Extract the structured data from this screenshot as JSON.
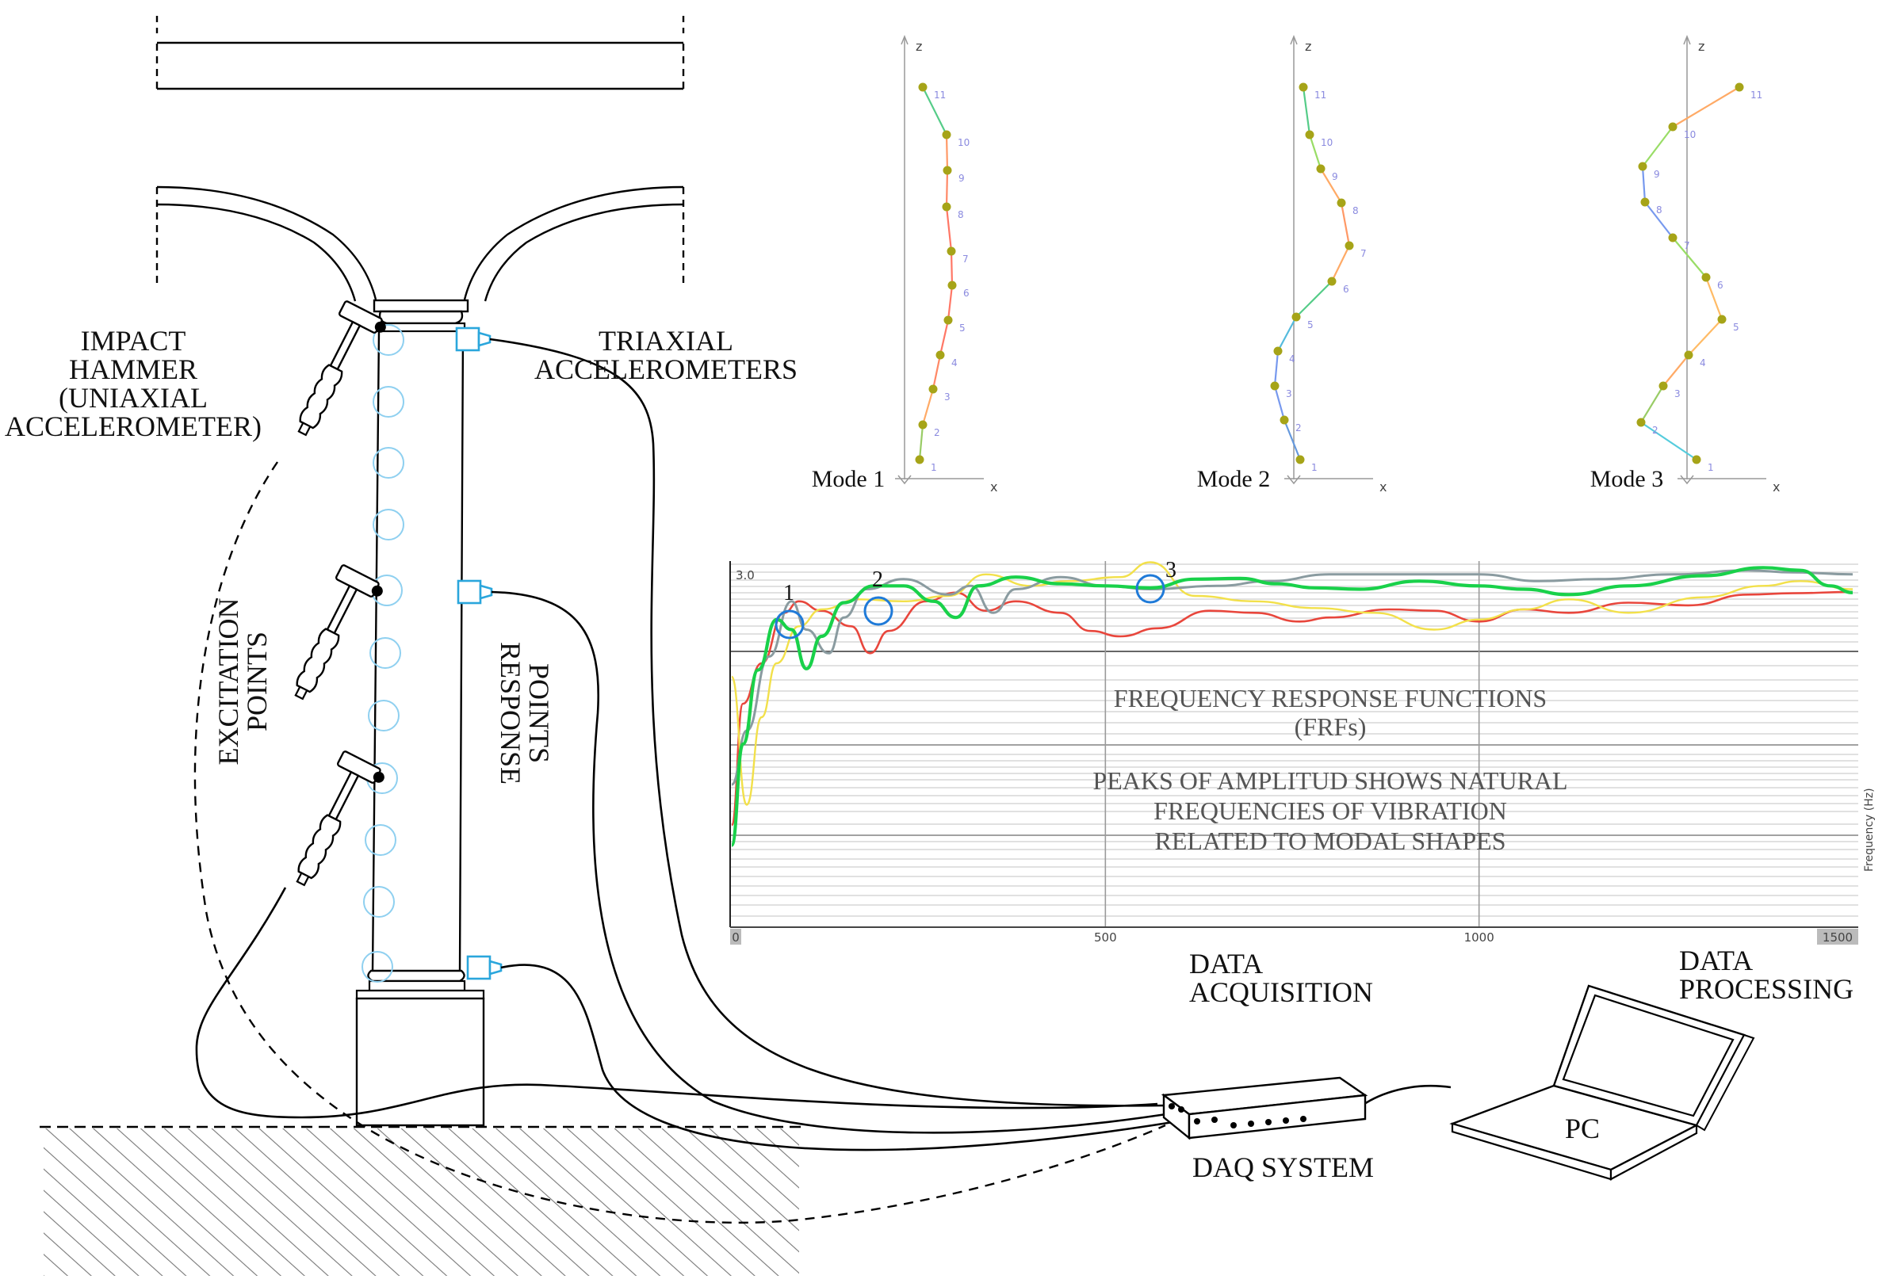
{
  "labels": {
    "impact_hammer": [
      "IMPACT",
      "HAMMER",
      "(UNIAXIAL",
      "ACCELEROMETER)"
    ],
    "triaxial": [
      "TRIAXIAL",
      "ACCELEROMETERS"
    ],
    "excitation": [
      "EXCITATION",
      "POINTS"
    ],
    "response": [
      "RESPONSE",
      "POINTS"
    ],
    "data_acquisition": [
      "DATA",
      "ACQUISITION"
    ],
    "data_processing": [
      "DATA",
      "PROCESSING"
    ],
    "daq_system": "DAQ SYSTEM",
    "pc": "PC"
  },
  "modes": [
    {
      "label": "Mode 1",
      "axis_z": "z",
      "axis_x": "x"
    },
    {
      "label": "Mode 2",
      "axis_z": "z",
      "axis_x": "x"
    },
    {
      "label": "Mode 3",
      "axis_z": "z",
      "axis_x": "x"
    }
  ],
  "mode_node_labels": [
    "1",
    "2",
    "3",
    "4",
    "5",
    "6",
    "7",
    "8",
    "9",
    "10",
    "11"
  ],
  "frf_panel": {
    "text_lines": [
      "FREQUENCY RESPONSE FUNCTIONS",
      "(FRFs)",
      "PEAKS OF AMPLITUD SHOWS NATURAL",
      "FREQUENCIES OF VIBRATION",
      "RELATED TO MODAL SHAPES"
    ],
    "y_top_label": "3.0",
    "right_axis_label": "Frequency (Hz)",
    "peak_labels": [
      "1",
      "2",
      "3"
    ],
    "colors": {
      "red": "#e8463c",
      "yellow": "#f2e04a",
      "gray": "#8a9ba0",
      "green": "#19d14a",
      "peak_circle": "#1f7ad8"
    }
  },
  "chart_data": {
    "type": "line",
    "title": "",
    "xlabel": "Frequency (Hz)",
    "ylabel": "",
    "x_ticks": [
      0,
      500,
      1000,
      1500
    ],
    "xlim": [
      0,
      1500
    ],
    "y_top_label": "3.0",
    "series": [
      {
        "color": "#e8463c",
        "points": [
          [
            0,
            -2.6
          ],
          [
            15,
            -0.8
          ],
          [
            40,
            -0.2
          ],
          [
            70,
            0.55
          ],
          [
            90,
            0.72
          ],
          [
            120,
            0.58
          ],
          [
            160,
            0.35
          ],
          [
            185,
            -0.05
          ],
          [
            210,
            0.28
          ],
          [
            260,
            0.72
          ],
          [
            300,
            0.85
          ],
          [
            340,
            0.58
          ],
          [
            380,
            0.72
          ],
          [
            440,
            0.55
          ],
          [
            480,
            0.28
          ],
          [
            520,
            0.2
          ],
          [
            570,
            0.32
          ],
          [
            640,
            0.58
          ],
          [
            700,
            0.55
          ],
          [
            760,
            0.42
          ],
          [
            800,
            0.48
          ],
          [
            880,
            0.6
          ],
          [
            940,
            0.58
          ],
          [
            1000,
            0.42
          ],
          [
            1060,
            0.6
          ],
          [
            1120,
            0.55
          ],
          [
            1200,
            0.7
          ],
          [
            1280,
            0.66
          ],
          [
            1360,
            0.82
          ],
          [
            1420,
            0.84
          ],
          [
            1500,
            0.86
          ]
        ]
      },
      {
        "color": "#f2e04a",
        "points": [
          [
            0,
            -0.4
          ],
          [
            20,
            -2.3
          ],
          [
            40,
            -1.0
          ],
          [
            60,
            -0.2
          ],
          [
            90,
            0.35
          ],
          [
            120,
            0.6
          ],
          [
            170,
            0.75
          ],
          [
            230,
            0.72
          ],
          [
            290,
            0.8
          ],
          [
            340,
            1.12
          ],
          [
            400,
            0.95
          ],
          [
            450,
            1.02
          ],
          [
            520,
            1.08
          ],
          [
            560,
            1.3
          ],
          [
            620,
            0.8
          ],
          [
            700,
            0.72
          ],
          [
            780,
            0.62
          ],
          [
            860,
            0.55
          ],
          [
            940,
            0.3
          ],
          [
            1000,
            0.45
          ],
          [
            1060,
            0.6
          ],
          [
            1120,
            0.75
          ],
          [
            1200,
            0.55
          ],
          [
            1300,
            0.78
          ],
          [
            1380,
            0.95
          ],
          [
            1430,
            1.02
          ],
          [
            1500,
            0.9
          ]
        ]
      },
      {
        "color": "#8a9ba0",
        "points": [
          [
            0,
            -2.0
          ],
          [
            20,
            -1.2
          ],
          [
            50,
            -0.1
          ],
          [
            80,
            0.72
          ],
          [
            100,
            0.3
          ],
          [
            130,
            -0.05
          ],
          [
            150,
            0.48
          ],
          [
            180,
            0.9
          ],
          [
            230,
            1.05
          ],
          [
            290,
            0.82
          ],
          [
            320,
            0.95
          ],
          [
            350,
            0.55
          ],
          [
            380,
            0.9
          ],
          [
            440,
            1.08
          ],
          [
            500,
            0.95
          ],
          [
            560,
            0.9
          ],
          [
            650,
            0.95
          ],
          [
            720,
            1.02
          ],
          [
            800,
            1.12
          ],
          [
            900,
            1.12
          ],
          [
            1000,
            1.12
          ],
          [
            1080,
            1.02
          ],
          [
            1160,
            1.05
          ],
          [
            1260,
            1.12
          ],
          [
            1360,
            1.18
          ],
          [
            1420,
            1.15
          ],
          [
            1500,
            1.12
          ]
        ]
      },
      {
        "color": "#19d14a",
        "points": [
          [
            0,
            -2.9
          ],
          [
            15,
            -1.4
          ],
          [
            35,
            -0.3
          ],
          [
            60,
            0.45
          ],
          [
            80,
            0.3
          ],
          [
            100,
            -0.28
          ],
          [
            120,
            0.2
          ],
          [
            150,
            0.7
          ],
          [
            190,
            0.95
          ],
          [
            230,
            0.95
          ],
          [
            270,
            0.72
          ],
          [
            300,
            0.48
          ],
          [
            330,
            0.95
          ],
          [
            380,
            1.08
          ],
          [
            440,
            0.98
          ],
          [
            500,
            0.95
          ],
          [
            560,
            0.92
          ],
          [
            620,
            1.05
          ],
          [
            680,
            1.06
          ],
          [
            730,
            0.98
          ],
          [
            780,
            0.92
          ],
          [
            840,
            0.9
          ],
          [
            920,
            1.02
          ],
          [
            1000,
            0.95
          ],
          [
            1060,
            0.9
          ],
          [
            1120,
            0.82
          ],
          [
            1200,
            0.95
          ],
          [
            1300,
            1.1
          ],
          [
            1380,
            1.22
          ],
          [
            1430,
            1.18
          ],
          [
            1470,
            0.95
          ],
          [
            1500,
            0.85
          ]
        ]
      }
    ]
  }
}
